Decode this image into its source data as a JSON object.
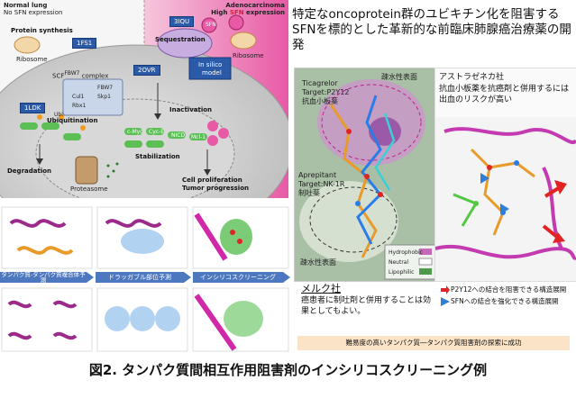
{
  "pathway": {
    "left_header": "Normal lung",
    "left_sub": "No SFN expression",
    "right_header": "Adenocarcinoma",
    "right_sub_prefix": "High ",
    "right_sub_sfn": "SFN",
    "right_sub_suffix": " expression",
    "pdb_1fs1": "1FS1",
    "pdb_3iqu": "3IQU",
    "pdb_1ldk": "1LDK",
    "pdb_2ovr": "2OVR",
    "protein_synthesis": "Protein synthesis",
    "ribosome_left": "Ribosome",
    "ribosome_right": "Ribosome",
    "scf_complex": "SCF",
    "scf_sup": "FBW7",
    "scf_suffix": " complex",
    "ubiquitination": "Ubiquitination",
    "degradation": "Degradation",
    "proteasome": "Proteasome",
    "sequestration": "Sequestration",
    "in_silico": "In silico",
    "model": "model",
    "inactivation": "Inactivation",
    "stabilization": "Stabilization",
    "cell_prolif": "Cell proliferation",
    "tumor_prog": "Tumor progression",
    "skp1": "Skp1",
    "fbw7": "FBW7",
    "cul1": "Cul1",
    "rbx1": "Rbx1",
    "ubi": "Ubi",
    "sfn": "SFN",
    "cmyc": "c-Myc",
    "cyce": "Cyc-E",
    "notch": "NICD",
    "mcl1": "Mcl-1"
  },
  "title": "特定なoncoprotein群のユビキチン化を阻害するSFNを標的とした革新的な前臨床肺腺癌治療薬の開発",
  "dock": {
    "hydrophobic_top": "疎水性表面",
    "hydrophobic_bottom": "疎水性表面",
    "ticagrelor_line1": "Ticagrelor",
    "ticagrelor_line2": "Target:P2Y12",
    "ticagrelor_line3": "抗血小板薬",
    "aprepitant_line1": "Aprepitant",
    "aprepitant_line2": "Target:NK-1R",
    "aprepitant_line3": "制吐薬",
    "legend": [
      {
        "label": "Hydrophobic",
        "color": "#c46ab8"
      },
      {
        "label": "Neutral",
        "color": "#ffffff"
      },
      {
        "label": "Lipophilic",
        "color": "#4f9a4a"
      }
    ]
  },
  "astra": {
    "heading": "アストラゼネカ社",
    "body": "抗血小板薬を抗癌剤と併用するには出血のリスクが高い"
  },
  "strip": {
    "band_ppi": "タンパク質-タンパク質複合体予測",
    "band_druggable": "ドラッガブル部位予測",
    "band_screening": "インシリコスクリーニング"
  },
  "merck": {
    "heading": "メルク社",
    "body": "癌患者に制吐剤と併用することは効果としてもよい。"
  },
  "legend": {
    "red_text": "P2Y12への結合を阻害できる構造展開",
    "blue_text": "SFNへの結合を強化できる構造展開",
    "red_color": "#e02424",
    "blue_color": "#2f7fd6"
  },
  "banner": "難易度の高いタンパク質―タンパク質阻害剤の探索に成功",
  "caption": "図2. タンパク質間相互作用阻害剤のインシリコスクリーニング例"
}
